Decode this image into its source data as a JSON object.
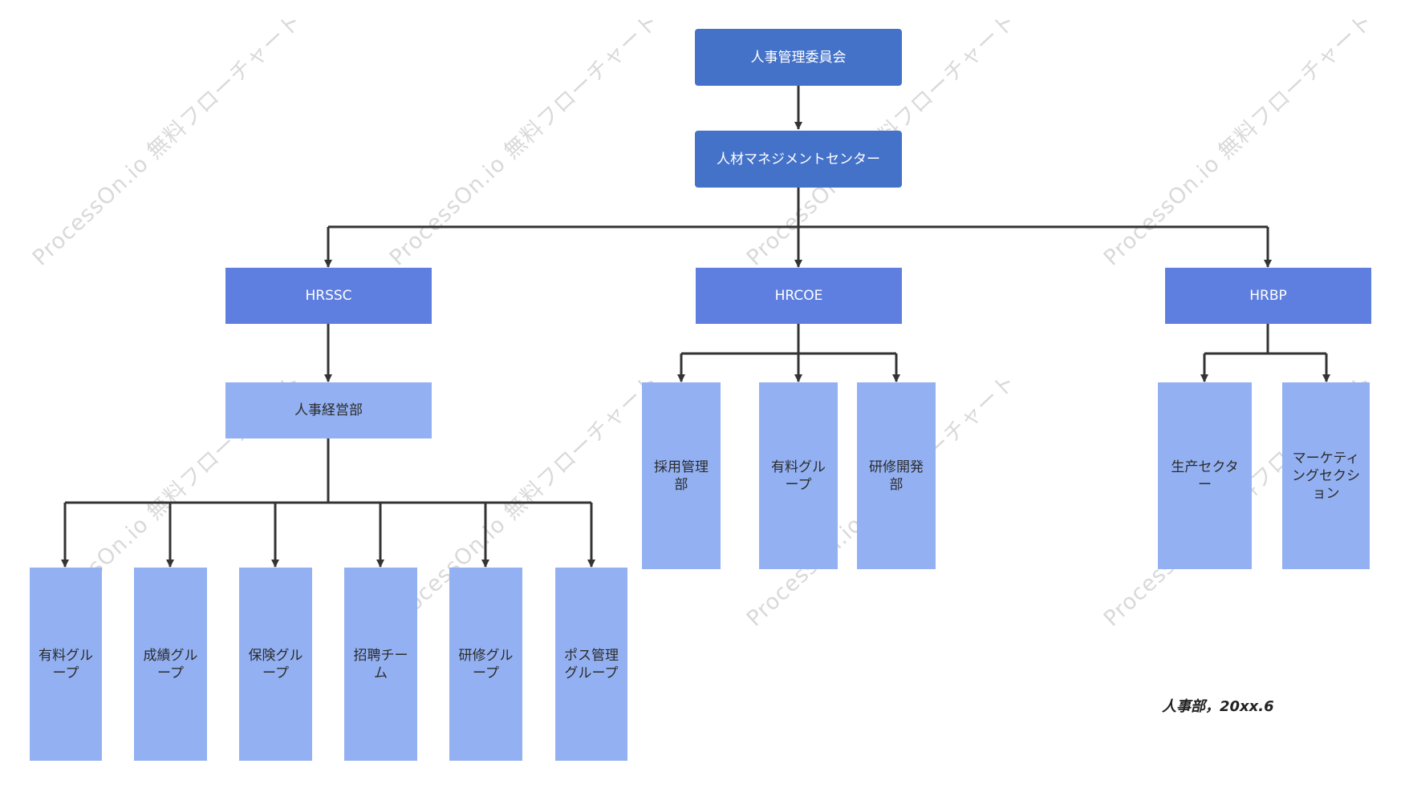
{
  "colors": {
    "top": "#4472c9",
    "middle": "#5f7fe0",
    "leaf": "#93b1f2",
    "connector": "#333333",
    "watermark": "#d9d9d9"
  },
  "watermark_text": "ProcessOn.io 無料フローチャート",
  "root": {
    "label": "人事管理委員会",
    "child": {
      "label": "人材マネジメントセンター",
      "divisions": [
        {
          "label": "HRSSC",
          "sub": {
            "label": "人事経営部",
            "teams": [
              "有料グループ",
              "成績グループ",
              "保険グループ",
              "招聘チーム",
              "研修グループ",
              "ポス管理グループ"
            ]
          }
        },
        {
          "label": "HRCOE",
          "teams": [
            "採用管理部",
            "有料グループ",
            "研修開発部"
          ]
        },
        {
          "label": "HRBP",
          "teams": [
            "生产セクター",
            "マーケティングセクション"
          ]
        }
      ]
    }
  },
  "footer": "人事部，20xx.6"
}
